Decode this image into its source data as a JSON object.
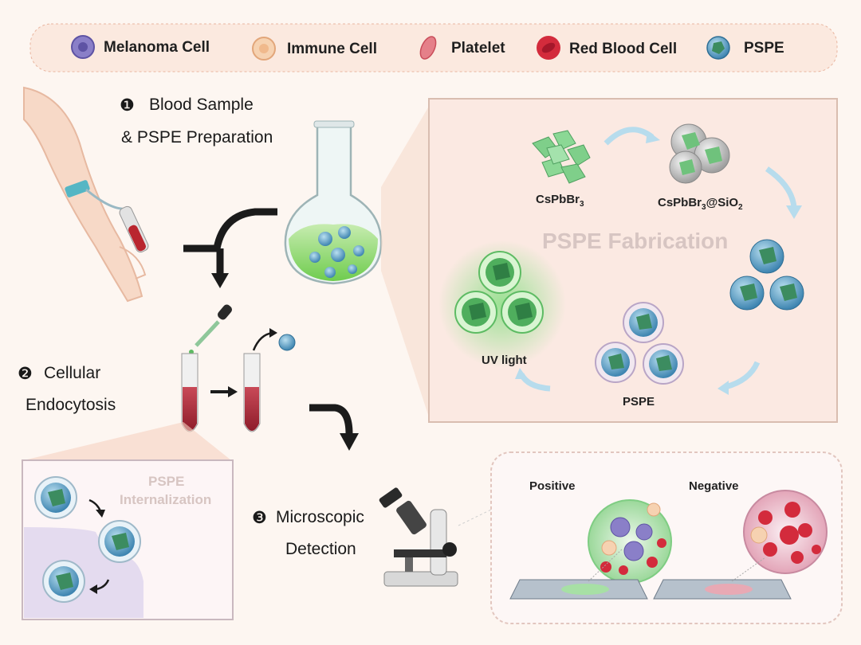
{
  "legend": [
    {
      "name": "Melanoma Cell",
      "color": "#8a7fc8"
    },
    {
      "name": "Immune Cell",
      "color": "#f3c7a2"
    },
    {
      "name": "Platelet",
      "color": "#e0707a"
    },
    {
      "name": "Red Blood Cell",
      "color": "#d32b3c"
    },
    {
      "name": "PSPE",
      "color": "#4f9bc0"
    }
  ],
  "steps": {
    "step1_marker": "❶",
    "step1_line1": "Blood Sample",
    "step1_line2": "& PSPE Preparation",
    "step2_marker": "❷",
    "step2_line1": "Cellular",
    "step2_line2": "Endocytosis",
    "step3_marker": "❸",
    "step3_line1": "Microscopic",
    "step3_line2": "Detection"
  },
  "fabrication": {
    "title": "PSPE Fabrication",
    "csp_base": "CsPbBr",
    "csp_sub": "3",
    "sio_base": "CsPbBr",
    "sio_sub": "3",
    "sio_mid": "@SiO",
    "sio_sub2": "2",
    "pspe_label": "PSPE",
    "uv_label": "UV light"
  },
  "internalization": {
    "line1": "PSPE",
    "line2": "Internalization"
  },
  "detection": {
    "positive": "Positive",
    "negative": "Negative"
  },
  "colors": {
    "accent_green": "#5dbb63",
    "pspe_blue": "#4f9bc0",
    "rbc_red": "#d32b3c",
    "melanoma_purple": "#8a7fc8"
  }
}
